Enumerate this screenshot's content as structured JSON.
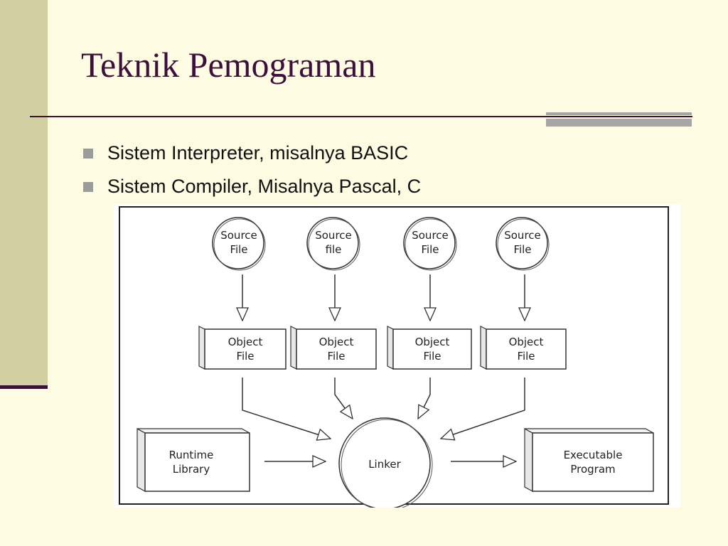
{
  "slide": {
    "title": "Teknik Pemograman",
    "bullets": [
      "Sistem Interpreter, misalnya BASIC",
      "Sistem Compiler, Misalnya Pascal, C"
    ]
  },
  "diagram": {
    "source_files": [
      {
        "line1": "Source",
        "line2": "File"
      },
      {
        "line1": "Source",
        "line2": "file"
      },
      {
        "line1": "Source",
        "line2": "File"
      },
      {
        "line1": "Source",
        "line2": "File"
      }
    ],
    "object_files": [
      {
        "line1": "Object",
        "line2": "File"
      },
      {
        "line1": "Object",
        "line2": "File"
      },
      {
        "line1": "Object",
        "line2": "File"
      },
      {
        "line1": "Object",
        "line2": "File"
      }
    ],
    "runtime_library": {
      "line1": "Runtime",
      "line2": "Library"
    },
    "linker": "Linker",
    "executable": {
      "line1": "Executable",
      "line2": "Program"
    }
  },
  "colors": {
    "background": "#fdfbe1",
    "side_strip": "#d2d0a2",
    "title": "#3c0f3c",
    "accent_rule": "#3a1034",
    "grey_rule": "#a7a5a7"
  }
}
